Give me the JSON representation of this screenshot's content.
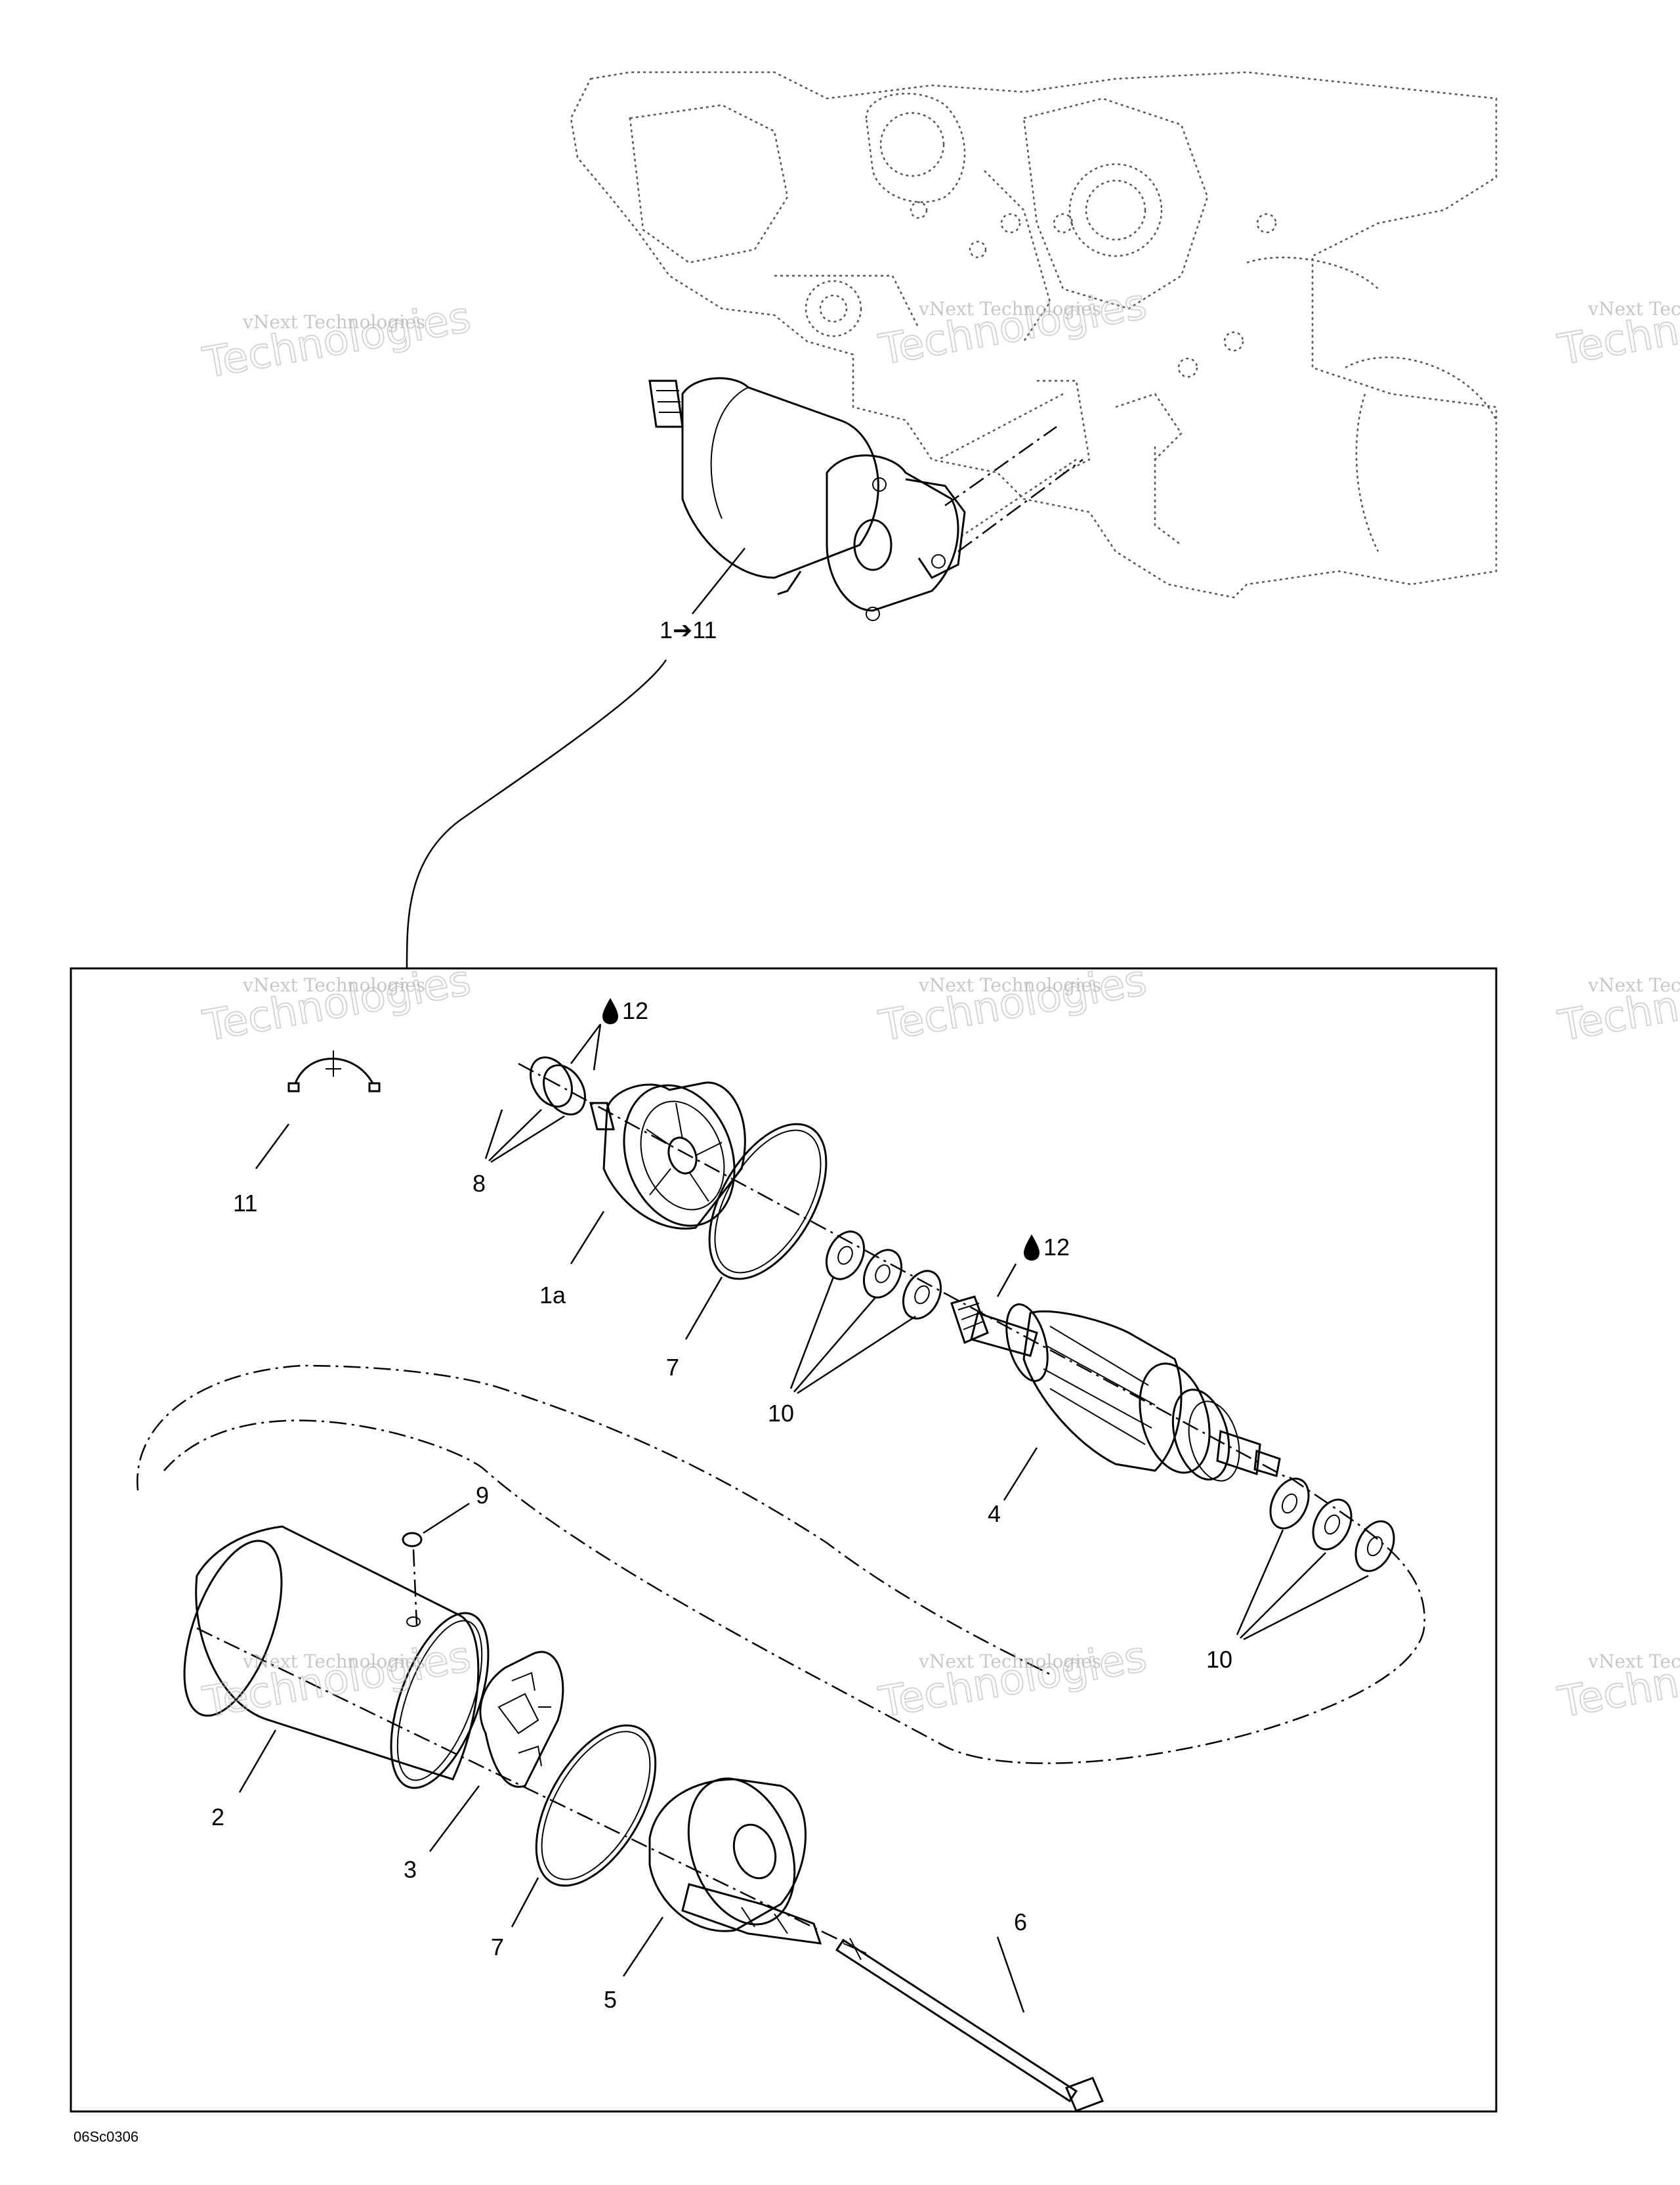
{
  "figure_id": "06Sc0306",
  "watermark": {
    "line1": "vNext Technologies",
    "line2": "vNext",
    "line3": "Technologies"
  },
  "callouts": {
    "assembly": "1➔11",
    "cover_1a": "1a",
    "frame_2": "2",
    "brush_holder_3": "3",
    "armature_4": "4",
    "rear_cover_5": "5",
    "bolt_6": "6",
    "oring_7_upper": "7",
    "oring_7_lower": "7",
    "seal_8": "8",
    "plug_9": "9",
    "washers_10_upper": "10",
    "washers_10_lower": "10",
    "strap_11": "11",
    "lube_12_upper": "12",
    "lube_12_lower": "12"
  },
  "icons": {
    "lubricant": "oil-drop-icon",
    "assembly_arrow": "arrow-right-icon"
  }
}
